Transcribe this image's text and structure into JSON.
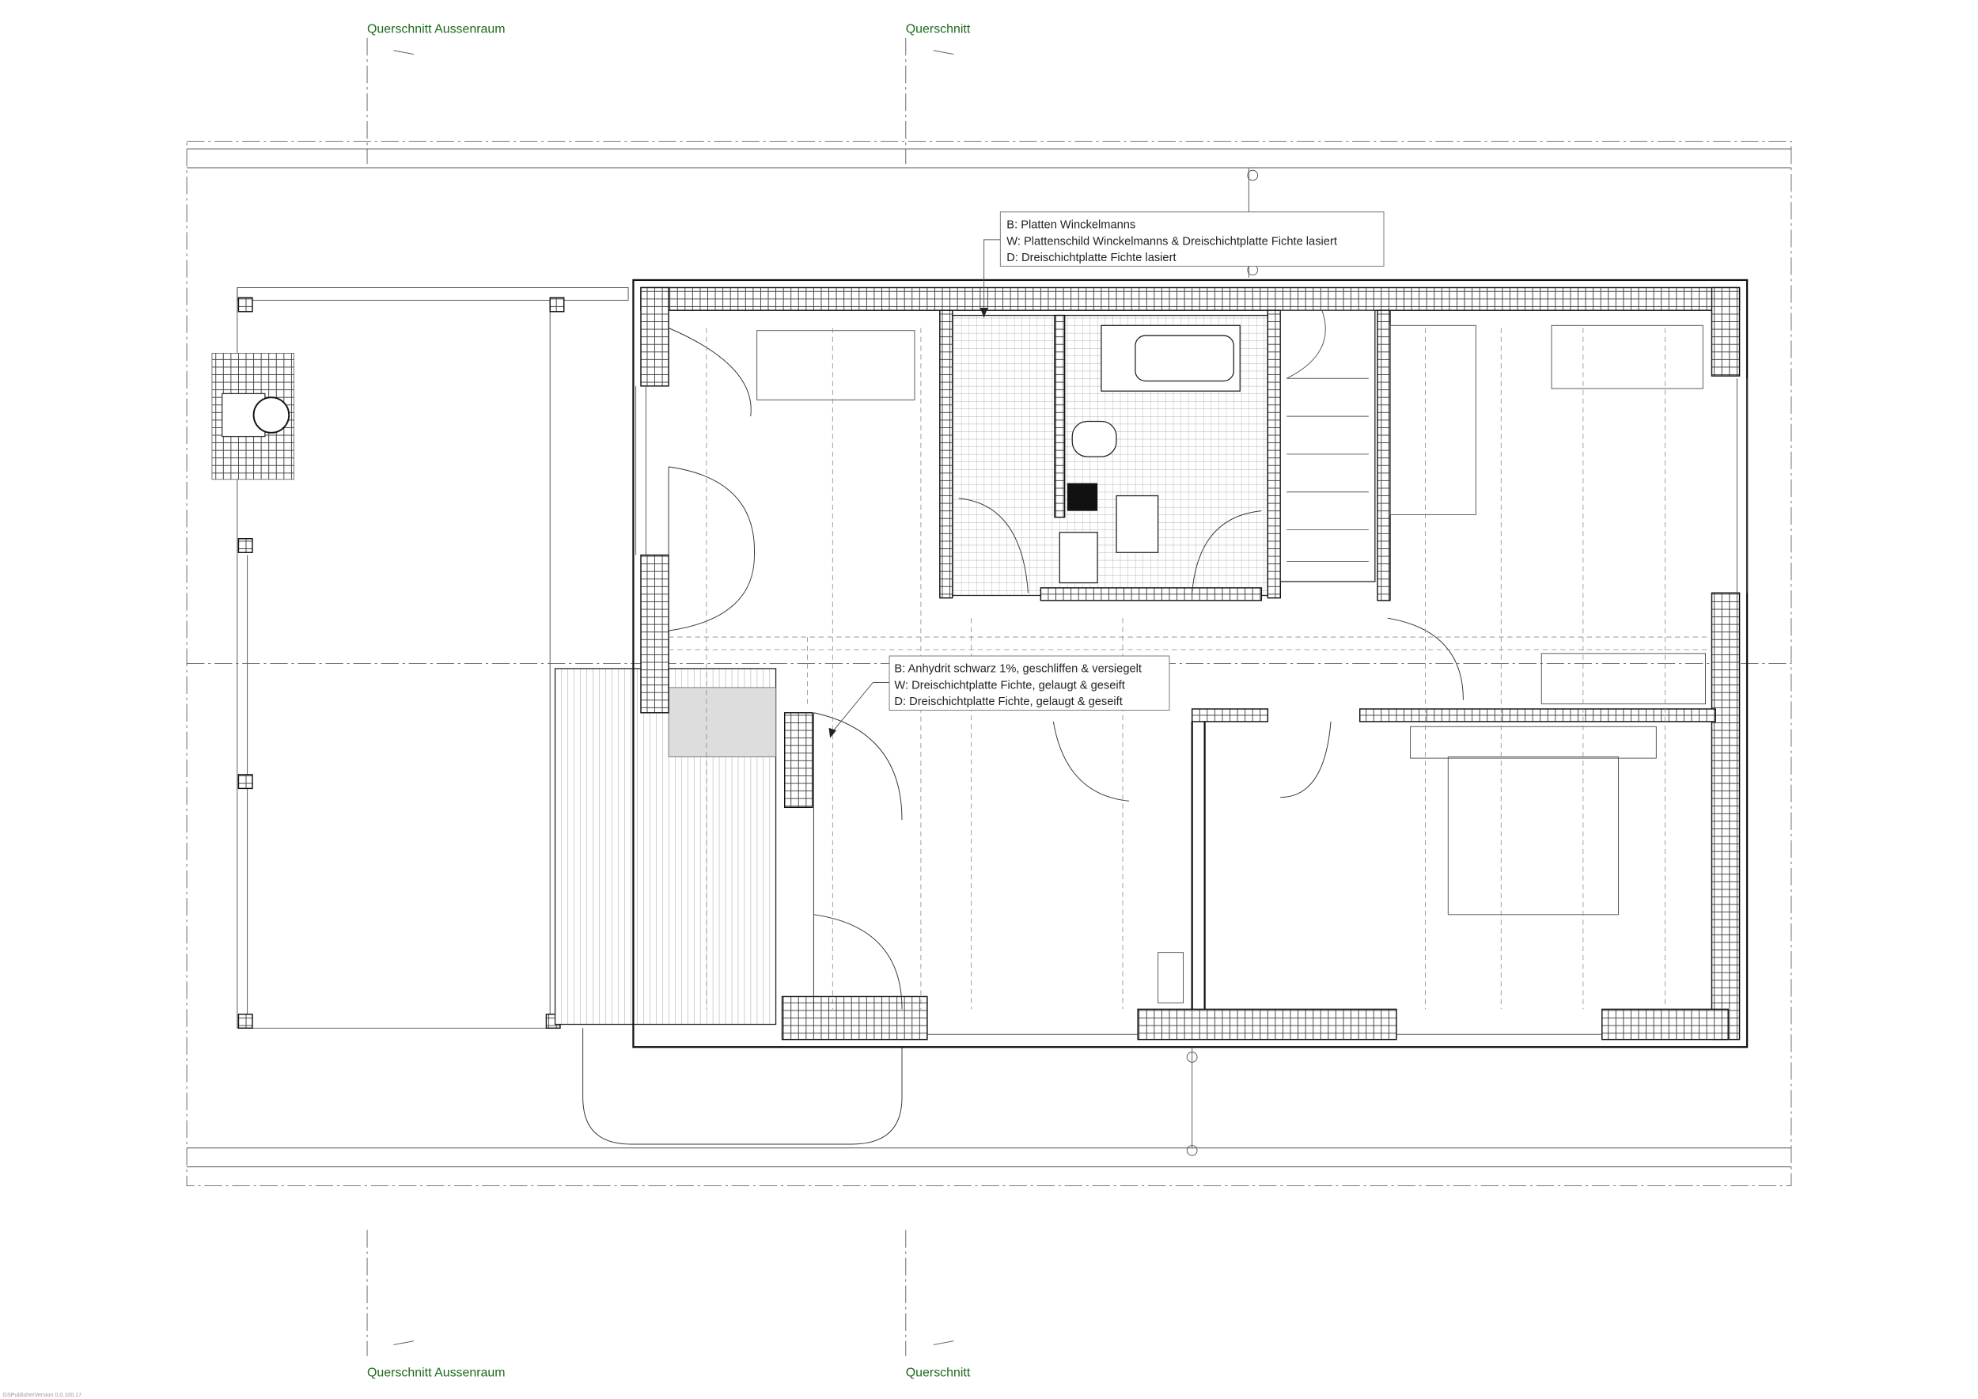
{
  "sections": {
    "top_left": "Querschnitt Aussenraum",
    "top_right": "Querschnitt",
    "bottom_left": "Querschnitt Aussenraum",
    "bottom_right": "Querschnitt"
  },
  "notes": {
    "upper": [
      "B: Platten Winckelmanns",
      "W: Plattenschild Winckelmanns & Dreischichtplatte Fichte lasiert",
      "D: Dreischichtplatte Fichte lasiert"
    ],
    "lower": [
      "B: Anhydrit schwarz 1%, geschliffen & versiegelt",
      "W: Dreischichtplatte Fichte, gelaugt & geseift",
      "D: Dreischichtplatte Fichte, gelaugt & geseift"
    ]
  },
  "footer": {
    "version": "GSPublisherVersion 0.0.100.17"
  },
  "colors": {
    "section_label": "#1e6b1e",
    "lines": "#222222"
  }
}
